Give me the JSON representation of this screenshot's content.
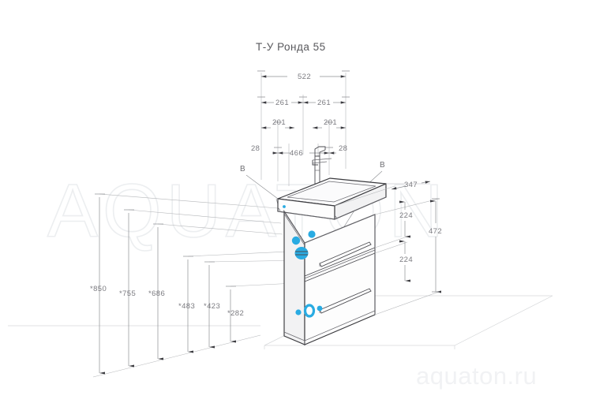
{
  "drawing": {
    "title": "Т-У Ронда 55",
    "watermark_big": "AQUATON",
    "watermark_small": "aquaton.ru",
    "accent_color": "#29abe2",
    "line_color": "#3a3a3e",
    "dim_color": "#7b7b80"
  },
  "section_marks": [
    {
      "label": "B",
      "id": "section-b-left"
    },
    {
      "label": "B",
      "id": "section-b-right"
    }
  ],
  "dimensions": {
    "top": [
      {
        "value": "522",
        "id": "overall-width"
      },
      {
        "value": "261",
        "id": "half-width-left"
      },
      {
        "value": "261",
        "id": "half-width-right"
      },
      {
        "value": "201",
        "id": "mount-offset-left"
      },
      {
        "value": "201",
        "id": "mount-offset-right"
      },
      {
        "value": "28",
        "id": "edge-inset-left"
      },
      {
        "value": "466",
        "id": "inner-width"
      },
      {
        "value": "28",
        "id": "edge-inset-right"
      }
    ],
    "right": [
      {
        "value": "347",
        "id": "depth"
      },
      {
        "value": "224",
        "id": "drawer-height-upper"
      },
      {
        "value": "224",
        "id": "drawer-height-lower"
      },
      {
        "value": "472",
        "id": "cabinet-height"
      }
    ],
    "left_heights": [
      {
        "value": "*850",
        "id": "height-850"
      },
      {
        "value": "*755",
        "id": "height-755"
      },
      {
        "value": "*686",
        "id": "height-686"
      },
      {
        "value": "*483",
        "id": "height-483"
      },
      {
        "value": "*423",
        "id": "height-423"
      },
      {
        "value": "*282",
        "id": "height-282"
      }
    ]
  },
  "markers": {
    "fixing_points": [
      {
        "id": "fix-upper-left",
        "kind": "dot"
      },
      {
        "id": "fix-upper-right",
        "kind": "dot"
      },
      {
        "id": "fix-mid-ring",
        "kind": "ring"
      },
      {
        "id": "floor-dot-left",
        "kind": "dot"
      },
      {
        "id": "floor-ring",
        "kind": "ring"
      },
      {
        "id": "floor-dot-right",
        "kind": "dot"
      }
    ]
  }
}
